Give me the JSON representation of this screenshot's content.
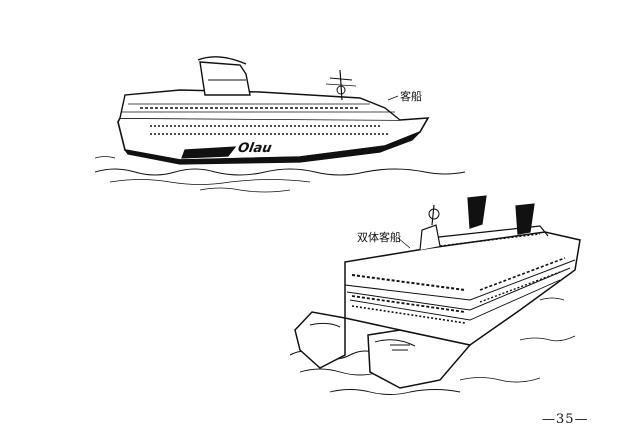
{
  "illustrations": {
    "ship_top": {
      "label": "客船",
      "hull_text": "Olau"
    },
    "ship_bottom": {
      "label": "双体客船"
    }
  },
  "page_number": "—35—",
  "colors": {
    "ink": "#111111",
    "paper": "#ffffff"
  }
}
